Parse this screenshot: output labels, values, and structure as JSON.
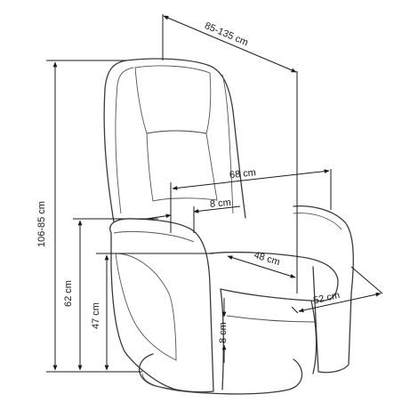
{
  "labels": {
    "total_width": "85-135 cm",
    "total_height": "106-85 cm",
    "seat_height": "47 cm",
    "armrest_height": "62 cm",
    "seat_width": "68 cm",
    "armrest_width": "8 cm",
    "seat_depth": "48 cm",
    "armrest_depth": "52 cm",
    "footrest_gap": "8 cm"
  }
}
